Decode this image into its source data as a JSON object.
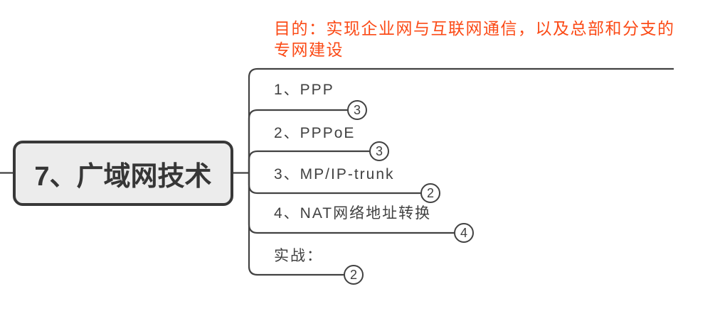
{
  "canvas": {
    "background": "#ffffff",
    "line_color": "#424242",
    "accent_color": "#fb4a16",
    "node_fill": "#ececec"
  },
  "root": {
    "label": "7、广域网技术"
  },
  "purpose": {
    "label": "目的：实现企业网与互联网通信，以及总部和分支的专网建设"
  },
  "branches": [
    {
      "label": "1、PPP",
      "count": "3"
    },
    {
      "label": "2、PPPoE",
      "count": "3"
    },
    {
      "label": "3、MP/IP-trunk",
      "count": "2"
    },
    {
      "label": "4、NAT网络地址转换",
      "count": "4"
    },
    {
      "label": "实战：",
      "count": "2"
    }
  ]
}
